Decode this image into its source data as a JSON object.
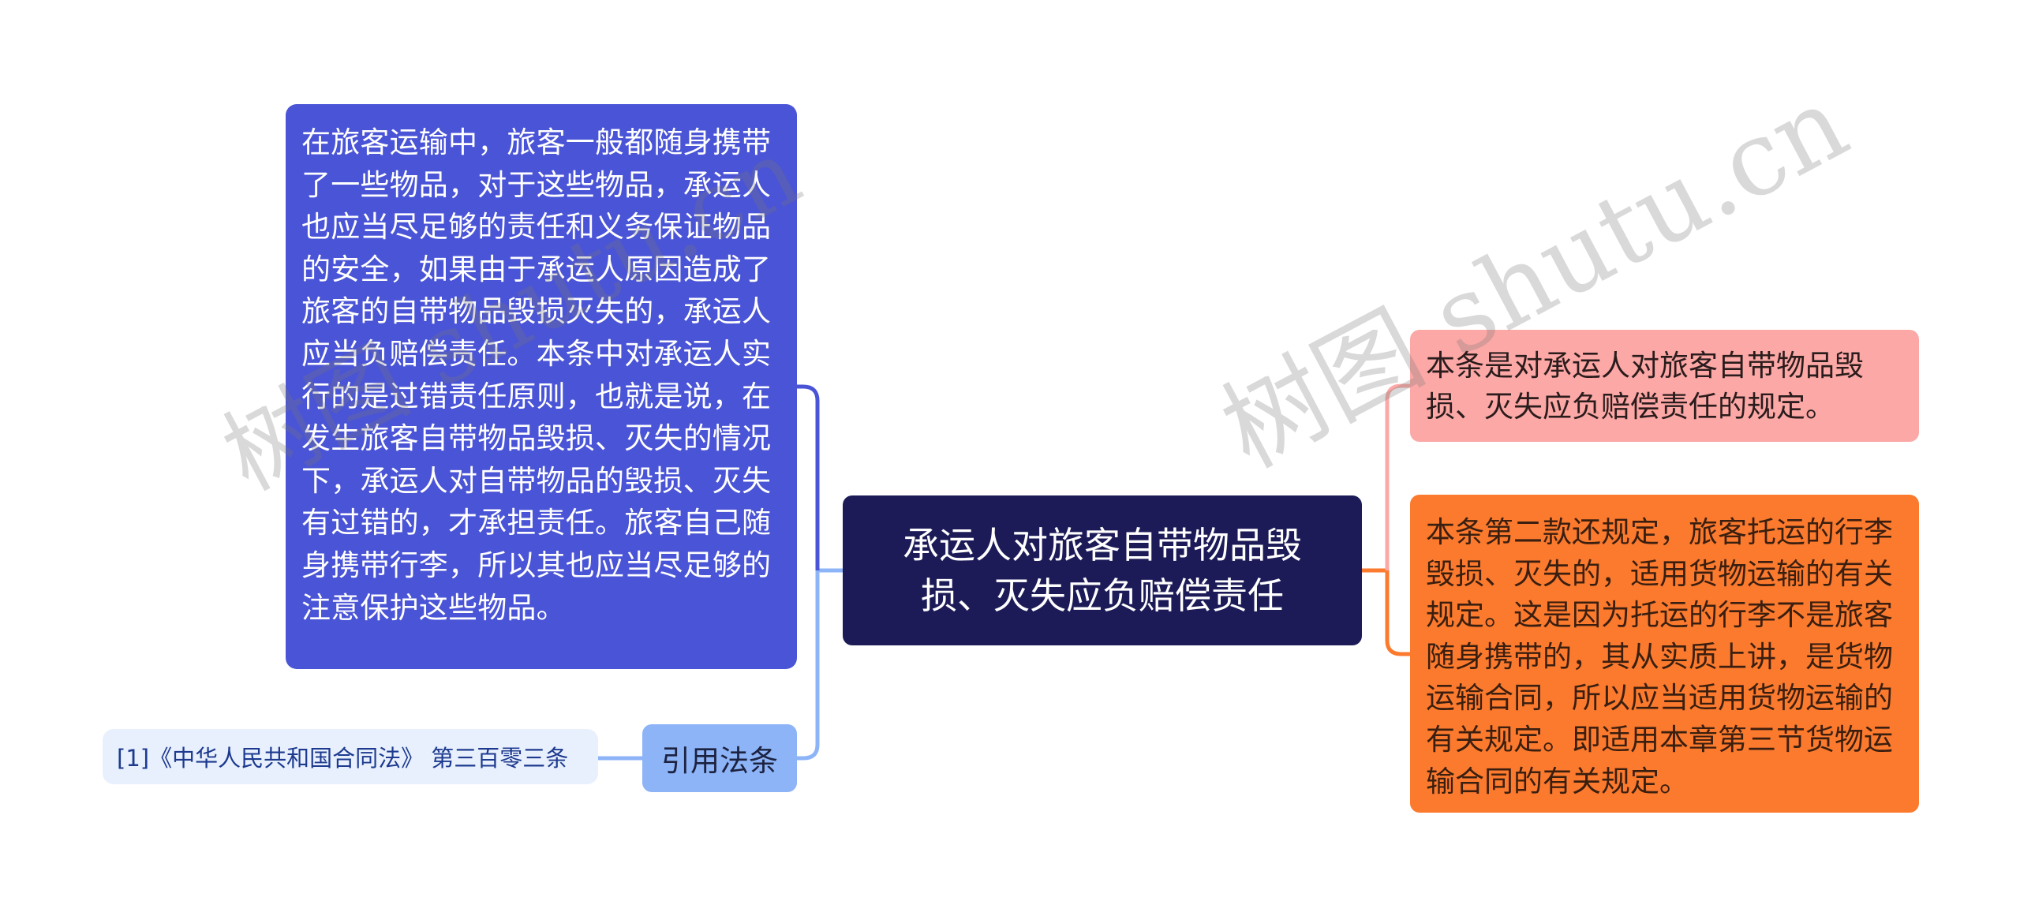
{
  "mindmap": {
    "root": {
      "label": "承运人对旅客自带物品毁损、灭失应负赔偿责任",
      "color": "#1c1b57"
    },
    "left_branches": [
      {
        "type": "detail",
        "color": "#4a54d6",
        "text": "在旅客运输中，旅客一般都随身携带了一些物品，对于这些物品，承运人也应当尽足够的责任和义务保证物品的安全，如果由于承运人原因造成了旅客的自带物品毁损灭失的，承运人应当负赔偿责任。本条中对承运人实行的是过错责任原则，也就是说，在发生旅客自带物品毁损、灭失的情况下，承运人对自带物品的毁损、灭失有过错的，才承担责任。旅客自己随身携带行李，所以其也应当尽足够的注意保护这些物品。"
      },
      {
        "type": "citation",
        "color": "#8db4f7",
        "label": "引用法条",
        "children": [
          {
            "label": "[1]《中华人民共和国合同法》 第三百零三条",
            "color": "#e8f0fd"
          }
        ]
      }
    ],
    "right_branches": [
      {
        "color": "#fba8a6",
        "text": "本条是对承运人对旅客自带物品毁损、灭失应负赔偿责任的规定。"
      },
      {
        "color": "#fb7a2e",
        "text": "本条第二款还规定，旅客托运的行李毁损、灭失的，适用货物运输的有关规定。这是因为托运的行李不是旅客随身携带的，其从实质上讲，是货物运输合同，所以应当适用货物运输的有关规定。即适用本章第三节货物运输合同的有关规定。"
      }
    ],
    "connector_colors": {
      "left_upper": "#4a54d6",
      "left_lower": "#8db4f7",
      "right_upper": "#fba8a6",
      "right_lower": "#fb7a2e"
    }
  },
  "watermark": {
    "left": "树图 shutu.cn",
    "right": "树图 shutu.cn"
  }
}
